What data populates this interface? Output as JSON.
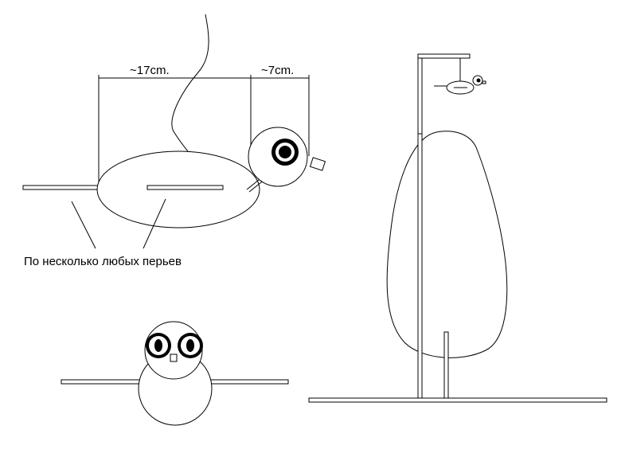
{
  "labels": {
    "body_length": "~17cm.",
    "head_length": "~7cm.",
    "feathers_note": "По несколько любых перьев"
  },
  "colors": {
    "line": "#000000",
    "background": "#ffffff"
  }
}
